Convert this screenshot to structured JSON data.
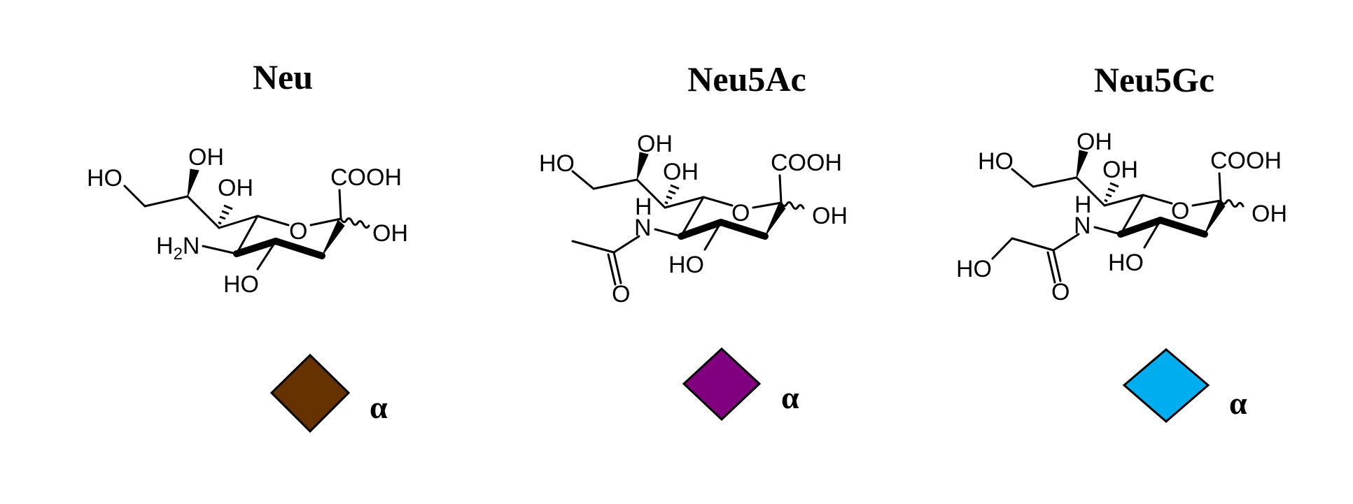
{
  "panels": [
    {
      "id": "neu",
      "title": "Neu",
      "symbol_color": "#663300",
      "anomer": "α",
      "atoms": {
        "ho_tail": "HO",
        "oh_top": "OH",
        "oh_c7": "OH",
        "n_label": "H",
        "n_sub": "2",
        "n_tail": "N",
        "ring_o": "O",
        "cooh": "COOH",
        "oh_c2": "OH",
        "ho_c4": "HO"
      }
    },
    {
      "id": "neu5ac",
      "title": "Neu5Ac",
      "symbol_color": "#800080",
      "anomer": "α",
      "atoms": {
        "ho_tail": "HO",
        "oh_top": "OH",
        "oh_c7": "OH",
        "nh_h": "H",
        "nh_n": "N",
        "carbonyl_o": "O",
        "ring_o": "O",
        "cooh": "COOH",
        "oh_c2": "OH",
        "ho_c4": "HO"
      }
    },
    {
      "id": "neu5gc",
      "title": "Neu5Gc",
      "symbol_color": "#00AEEF",
      "anomer": "α",
      "atoms": {
        "ho_tail": "HO",
        "oh_top": "OH",
        "oh_c7": "OH",
        "nh_h": "H",
        "nh_n": "N",
        "glycolyl_ho": "HO",
        "carbonyl_o": "O",
        "ring_o": "O",
        "cooh": "COOH",
        "oh_c2": "OH",
        "ho_c4": "HO"
      }
    }
  ]
}
